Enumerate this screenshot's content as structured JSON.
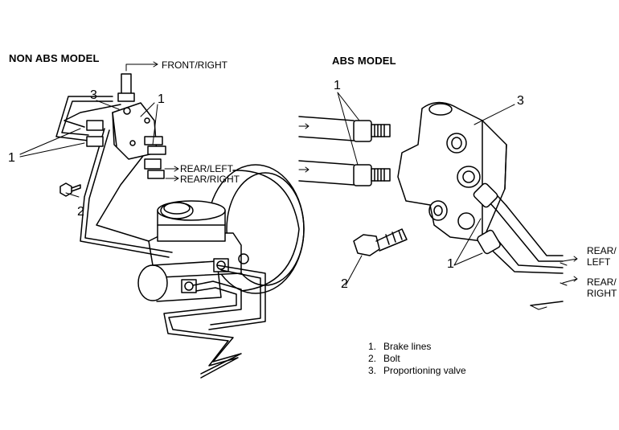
{
  "non_abs": {
    "title": "NON ABS MODEL",
    "front_right": "FRONT/RIGHT",
    "rear_left": "REAR/LEFT",
    "rear_right": "REAR/RIGHT",
    "callouts": {
      "brake_lines": "1",
      "bolt": "2",
      "valve": "3"
    }
  },
  "abs": {
    "title": "ABS MODEL",
    "rear_left": [
      "REAR/",
      "LEFT"
    ],
    "rear_right": [
      "REAR/",
      "RIGHT"
    ],
    "callouts": {
      "brake_lines_top": "1",
      "brake_lines_bottom": "1",
      "bolt": "2",
      "valve": "3"
    }
  },
  "legend": [
    {
      "num": "1.",
      "text": "Brake lines"
    },
    {
      "num": "2.",
      "text": "Bolt"
    },
    {
      "num": "3.",
      "text": "Proportioning valve"
    }
  ]
}
